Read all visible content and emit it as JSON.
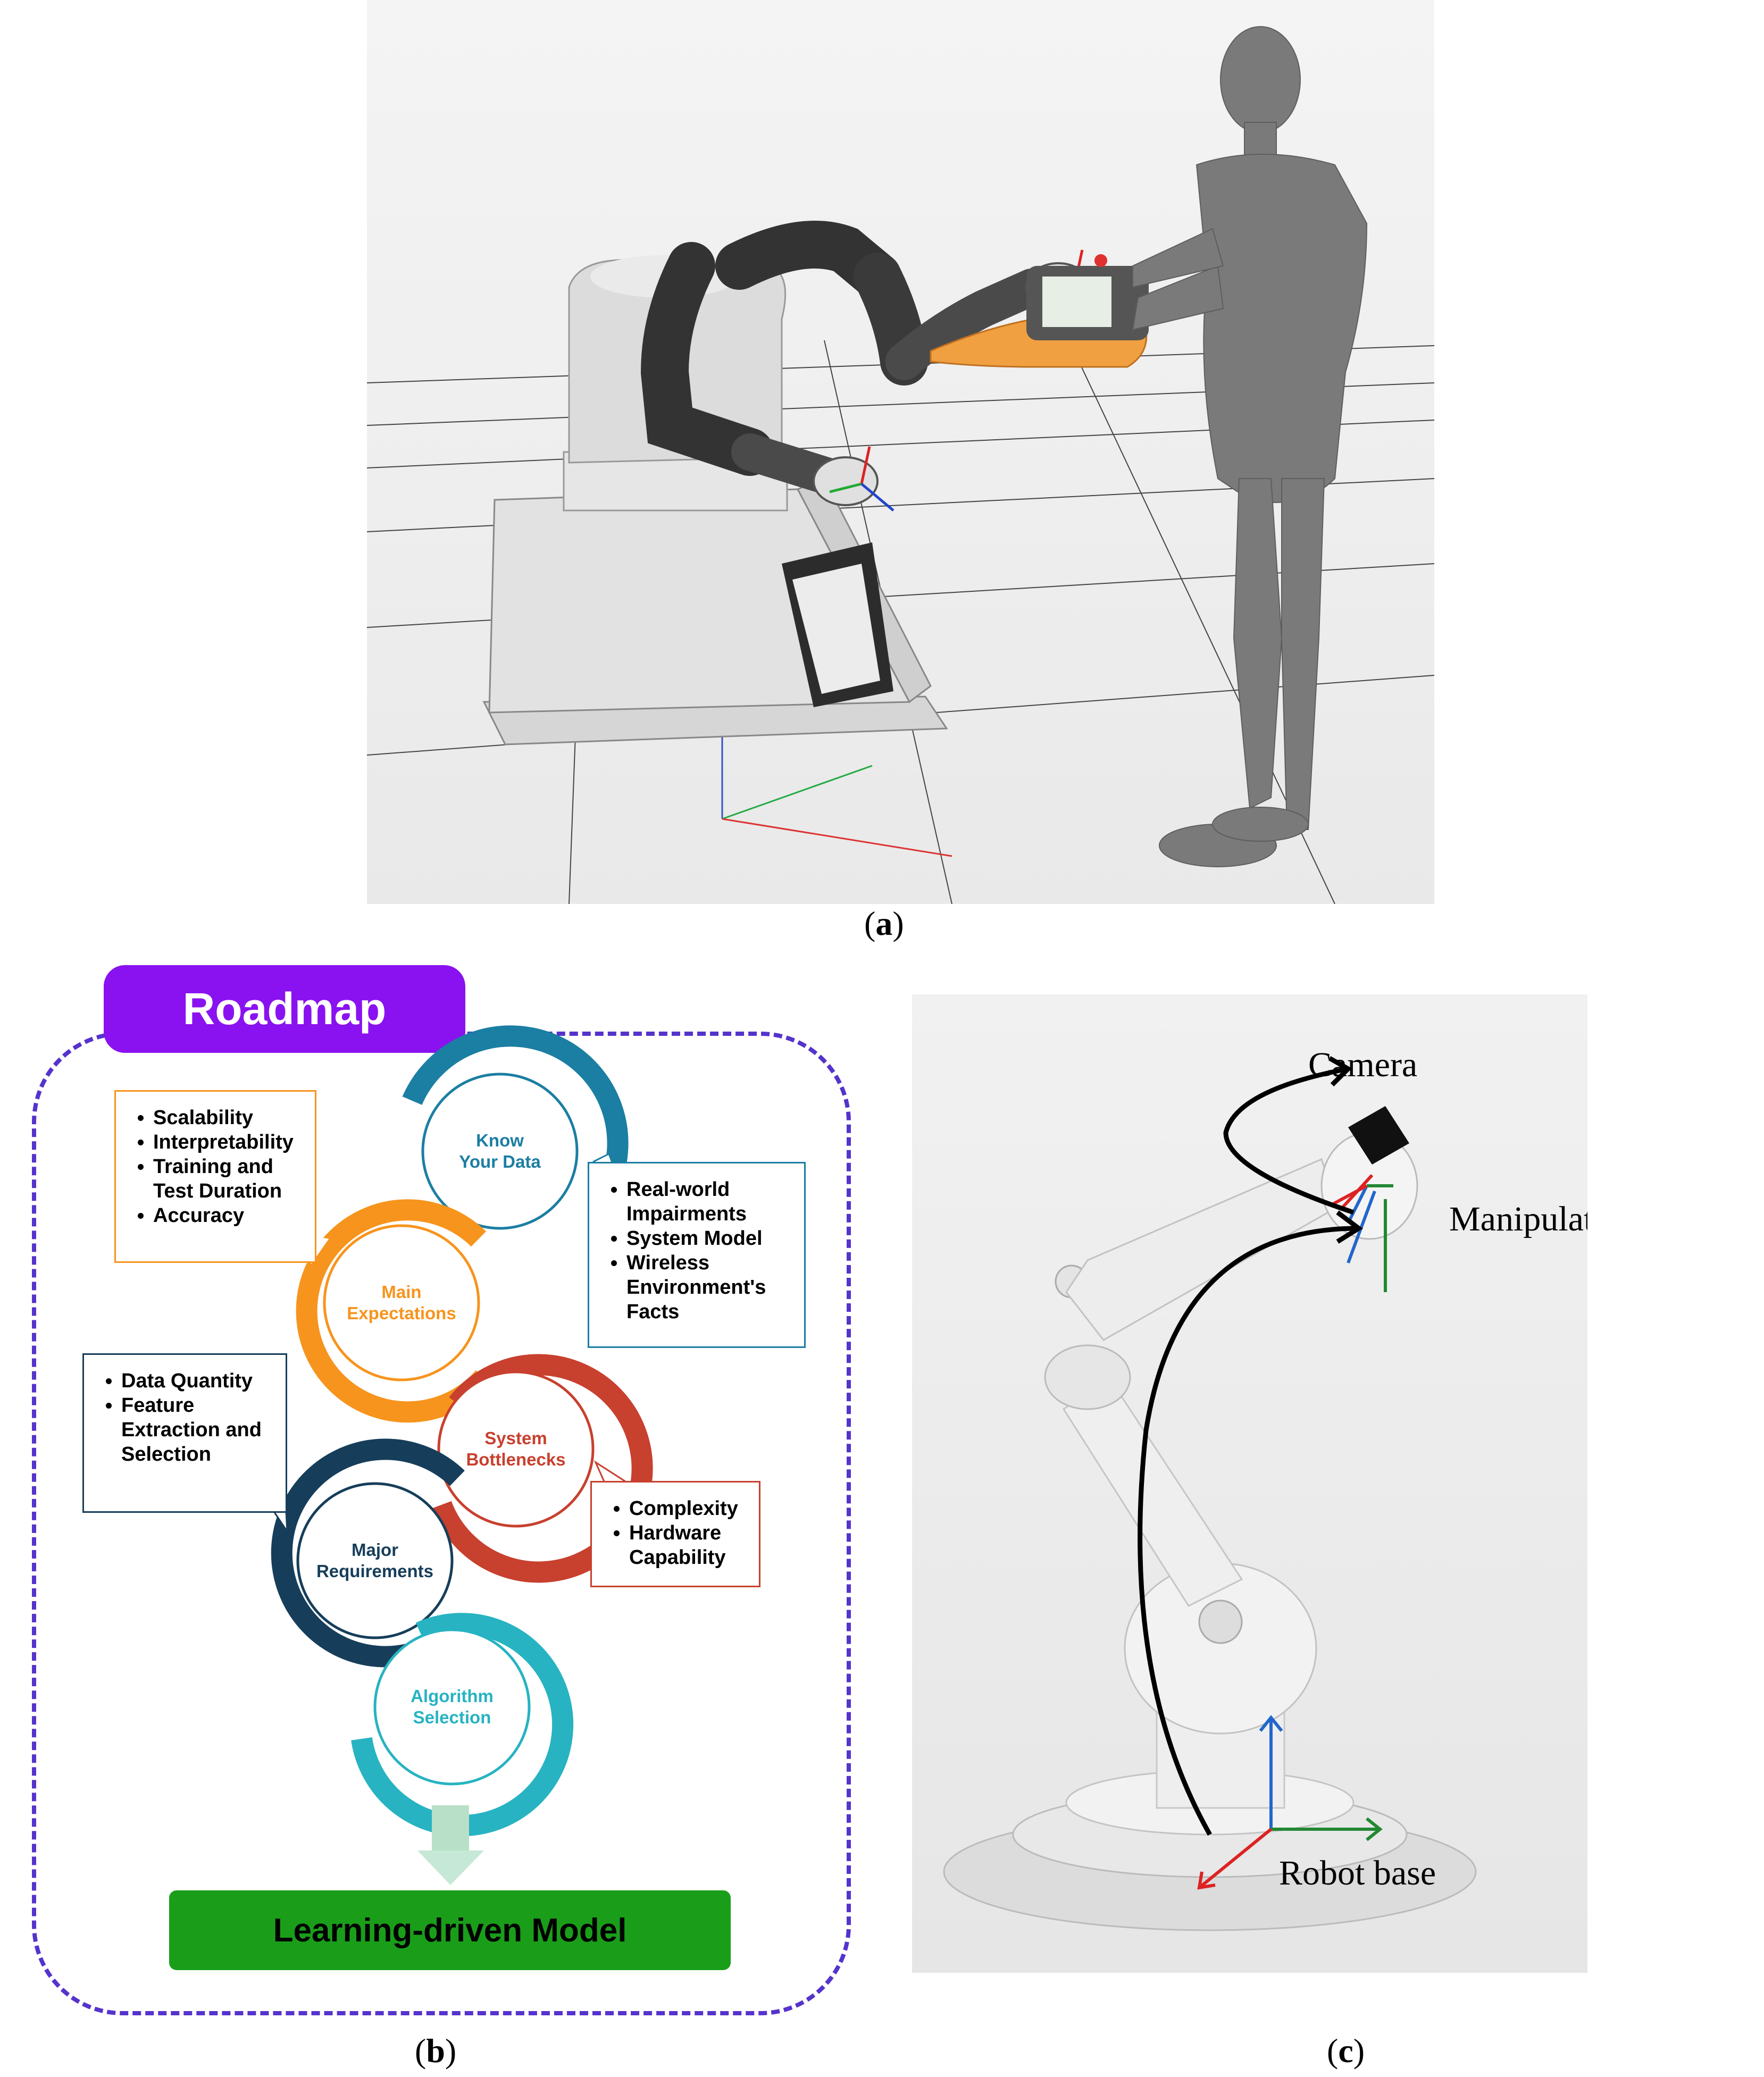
{
  "captions": {
    "a": "a",
    "b": "b",
    "c": "c"
  },
  "roadmap": {
    "title": "Roadmap",
    "steps": [
      {
        "label_line1": "Know",
        "label_line2": "Your Data",
        "color": "#1b7ea3"
      },
      {
        "label_line1": "Main",
        "label_line2": "Expectations",
        "color": "#f7941d"
      },
      {
        "label_line1": "System",
        "label_line2": "Bottlenecks",
        "color": "#c8402e"
      },
      {
        "label_line1": "Major",
        "label_line2": "Requirements",
        "color": "#163e5a"
      },
      {
        "label_line1": "Algorithm",
        "label_line2": "Selection",
        "color": "#27b3c2"
      }
    ],
    "callouts": {
      "expectations": [
        "Scalability",
        "Interpretability",
        "Training and Test Duration",
        "Accuracy"
      ],
      "data": [
        "Real-world Impairments",
        "System Model",
        "Wireless Environment's Facts"
      ],
      "requirements": [
        "Data Quantity",
        "Feature Extraction and Selection"
      ],
      "bottlenecks": [
        "Complexity",
        "Hardware Capability"
      ]
    },
    "model": "Learning-driven Model"
  },
  "panel_c": {
    "camera": "Camera",
    "manipulator_end": "Manipulator end",
    "robot_base": "Robot base"
  }
}
